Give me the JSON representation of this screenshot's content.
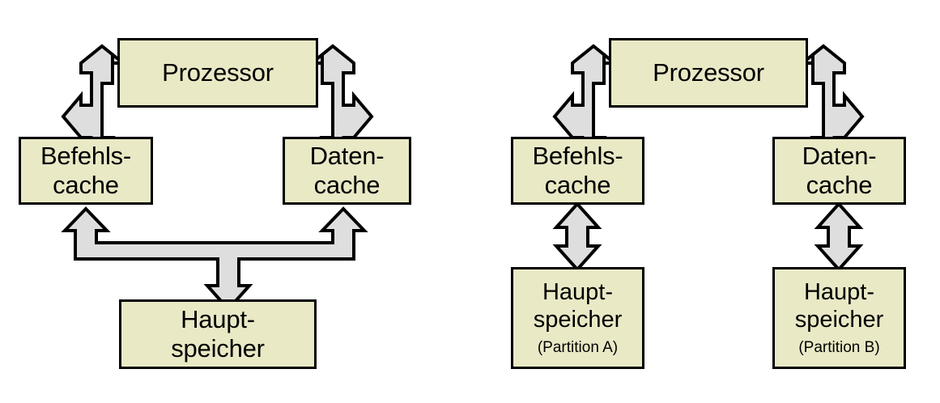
{
  "figure": {
    "kind": "block-diagram",
    "description": "Harvard architecture cache organisation: shared main memory (left) versus partitioned main memory (right)",
    "colors": {
      "box_fill": "#e9e9c6",
      "box_stroke": "#000000",
      "arrow_fill": "#dedede",
      "arrow_stroke": "#000000",
      "page_background": "#ffffff",
      "text": "#000000"
    }
  },
  "left_diagram": {
    "nodes": {
      "processor": {
        "label": "Prozessor"
      },
      "instruction_cache": {
        "label": "Befehls-\ncache"
      },
      "data_cache": {
        "label": "Daten-\ncache"
      },
      "main_memory": {
        "label": "Haupt-\nspeicher"
      }
    },
    "connections": [
      {
        "name": "processor-to-instruction-cache",
        "from": "Prozessor",
        "to": "Befehls-cache",
        "style": "elbow-double-headed"
      },
      {
        "name": "processor-to-data-cache",
        "from": "Prozessor",
        "to": "Daten-cache",
        "style": "elbow-double-headed"
      },
      {
        "name": "shared-memory-bus",
        "from": "Haupt-speicher",
        "to": "Befehls-cache / Daten-cache",
        "style": "shared-bus-three-headed"
      }
    ]
  },
  "right_diagram": {
    "nodes": {
      "processor": {
        "label": "Prozessor"
      },
      "instruction_cache": {
        "label": "Befehls-\ncache"
      },
      "data_cache": {
        "label": "Daten-\ncache"
      },
      "main_memory_a": {
        "label": "Haupt-\nspeicher",
        "sublabel": "(Partition A)"
      },
      "main_memory_b": {
        "label": "Haupt-\nspeicher",
        "sublabel": "(Partition B)"
      }
    },
    "connections": [
      {
        "name": "processor-to-instruction-cache",
        "from": "Prozessor",
        "to": "Befehls-cache",
        "style": "elbow-double-headed"
      },
      {
        "name": "processor-to-data-cache",
        "from": "Prozessor",
        "to": "Daten-cache",
        "style": "elbow-double-headed"
      },
      {
        "name": "instruction-cache-to-memory-a",
        "from": "Befehls-cache",
        "to": "Haupt-speicher (Partition A)",
        "style": "vertical-double-headed"
      },
      {
        "name": "data-cache-to-memory-b",
        "from": "Daten-cache",
        "to": "Haupt-speicher (Partition B)",
        "style": "vertical-double-headed"
      }
    ]
  }
}
